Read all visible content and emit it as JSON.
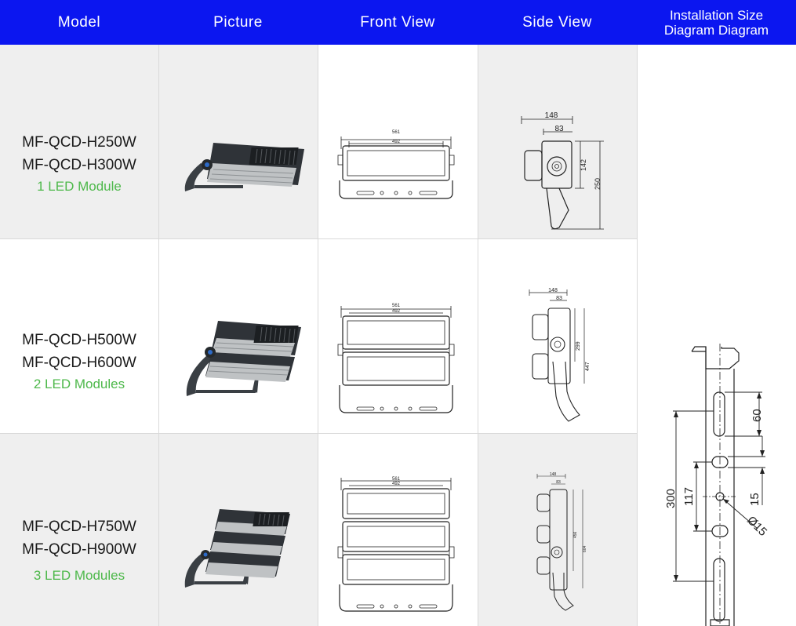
{
  "header": {
    "model": "Model",
    "picture": "Picture",
    "front_view": "Front View",
    "side_view": "Side View",
    "installation_line1": "Installation Size",
    "installation_line2": "Diagram Diagram"
  },
  "rows": [
    {
      "model_1": "MF-QCD-H250W",
      "model_2": "MF-QCD-H300W",
      "modules": "1 LED Module",
      "front_dim_outer": "561",
      "front_dim_inner": "492",
      "side_width": "148",
      "side_inner": "83",
      "side_h1": "142",
      "side_h2": "250"
    },
    {
      "model_1": "MF-QCD-H500W",
      "model_2": "MF-QCD-H600W",
      "modules": "2 LED Modules",
      "front_dim_outer": "561",
      "front_dim_inner": "492",
      "side_width": "148",
      "side_inner": "83",
      "side_h1": "299",
      "side_h2": "447"
    },
    {
      "model_1": "MF-QCD-H750W",
      "model_2": "MF-QCD-H900W",
      "modules": "3 LED Modules",
      "front_dim_outer": "561",
      "front_dim_inner": "492",
      "side_width": "148",
      "side_inner": "83",
      "side_h1": "456",
      "side_h2": "604"
    }
  ],
  "installation": {
    "dim_300": "300",
    "dim_117": "117",
    "dim_60": "60",
    "dim_15": "15",
    "dim_hole": "Ø15"
  },
  "colors": {
    "header_bg": "#0b16f0",
    "header_text": "#ffffff",
    "row_grey": "#efefef",
    "module_green": "#4db84a"
  }
}
